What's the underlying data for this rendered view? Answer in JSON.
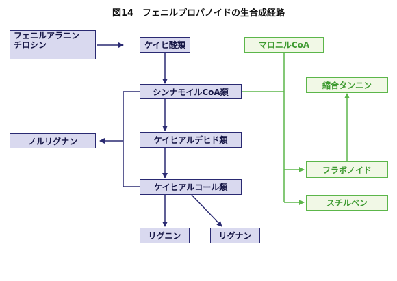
{
  "title": "図14　フェニルプロパノイドの生合成経路",
  "nodes": {
    "phenylalanine": {
      "line1": "フェニルアラニン",
      "line2": "チロシン"
    },
    "cinnamic": "ケイヒ酸類",
    "cinnamoyl": "シンナモイルCoA類",
    "aldehyde": "ケイヒアルデヒド類",
    "alcohol": "ケイヒアルコール類",
    "norlignan": "ノルリグナン",
    "lignin": "リグニン",
    "lignan": "リグナン",
    "malonyl": "マロニルCoA",
    "tannin": "縮合タンニン",
    "flavonoid": "フラボノイド",
    "stilbene": "スチルベン"
  },
  "colors": {
    "blue_stroke": "#2a2a72",
    "blue_fill": "#d9d9ef",
    "green_stroke": "#5cb64a",
    "green_fill": "#f1f8e6"
  }
}
